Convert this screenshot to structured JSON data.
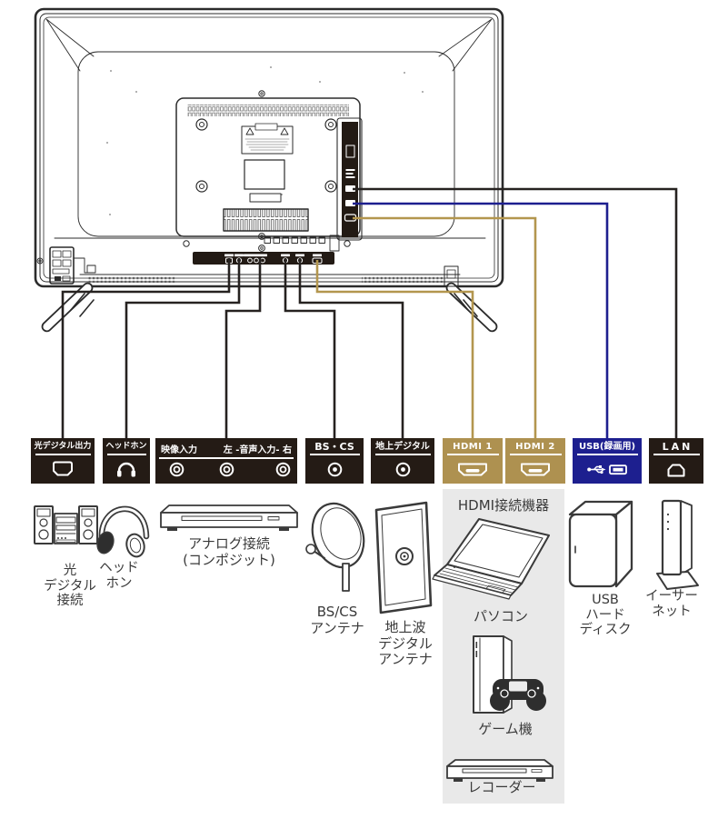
{
  "diagram_type": "tv-rear-connection-diagram",
  "ports": {
    "optical": {
      "label": "光デジタル出力",
      "icon": "toslink-port-icon"
    },
    "headphone": {
      "label": "ヘッドホン",
      "icon": "headphone-port-icon"
    },
    "av": {
      "video_label": "映像入力",
      "audio_label": "左 -音声入力- 右",
      "icon": "rca-jack-icon"
    },
    "bs_cs": {
      "label": "BS・CS",
      "icon": "coax-jack-icon"
    },
    "terrestrial": {
      "label": "地上デジタル",
      "icon": "coax-jack-icon"
    },
    "hdmi1": {
      "label": "HDMI 1",
      "icon": "hdmi-port-icon"
    },
    "hdmi2": {
      "label": "HDMI 2",
      "icon": "hdmi-port-icon"
    },
    "usb": {
      "label": "USB(録画用)",
      "icon": "usb-port-icon"
    },
    "lan": {
      "label": "LAN",
      "icon": "lan-port-icon"
    }
  },
  "devices": {
    "optical_audio": {
      "lines": [
        "光",
        "デジタル",
        "接続"
      ],
      "icon": "mini-stereo-icon"
    },
    "headphone": {
      "lines": [
        "ヘッド",
        "ホン"
      ],
      "icon": "headphones-icon"
    },
    "analog": {
      "lines": [
        "アナログ接続",
        "(コンポジット)"
      ],
      "icon": "dvd-player-icon"
    },
    "bs_cs_antenna": {
      "lines": [
        "BS/CS",
        "アンテナ"
      ],
      "icon": "satellite-dish-icon"
    },
    "terrestrial_antenna": {
      "lines": [
        "地上波",
        "デジタル",
        "アンテナ"
      ],
      "icon": "antenna-wall-plate-icon"
    },
    "hdmi_group": {
      "title": "HDMI接続機器",
      "pc": {
        "label": "パソコン",
        "icon": "laptop-icon"
      },
      "game": {
        "label": "ゲーム機",
        "icon": "game-console-icon"
      },
      "recorder": {
        "label": "レコーダー",
        "icon": "recorder-icon"
      }
    },
    "usb_hdd": {
      "lines": [
        "USB",
        "ハード",
        "ディスク"
      ],
      "icon": "external-hdd-icon"
    },
    "ethernet": {
      "lines": [
        "イーサー",
        "ネット"
      ],
      "icon": "router-icon"
    }
  },
  "colors": {
    "dark_box": "#241B15",
    "hdmi_box": "#AE9150",
    "usb_box": "#1D1F8F",
    "cable_black": "#262220",
    "cable_gold": "#B3964E",
    "cable_blue": "#1D1F8F",
    "hdmi_group_bg": "#E9E9E9",
    "label_text": "#3A3A3A"
  }
}
